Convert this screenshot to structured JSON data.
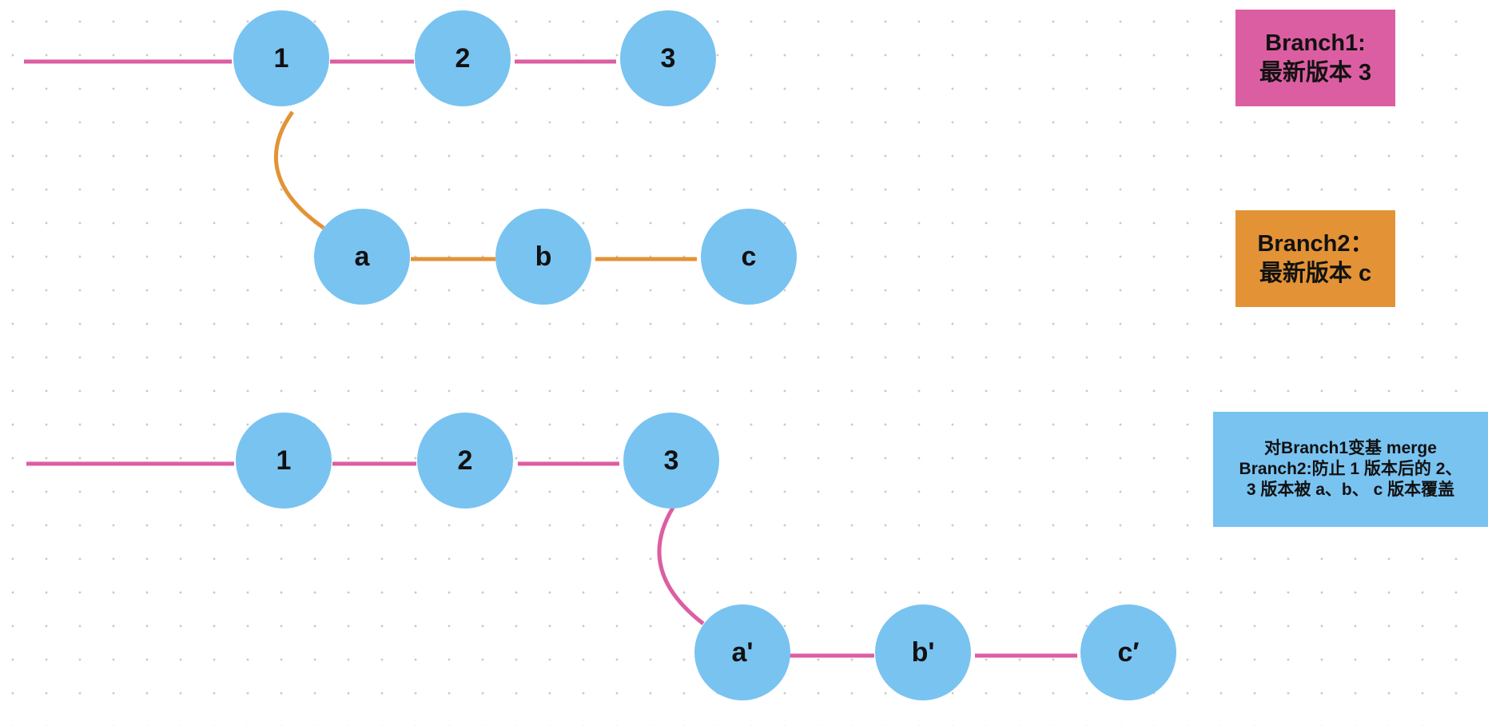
{
  "colors": {
    "branch1": "#dc5ea2",
    "branch2": "#e39335",
    "node": "#79c3f1",
    "rebase_note": "#79c3f1"
  },
  "diagram": {
    "top_graph": {
      "branch1_commits": [
        "1",
        "2",
        "3"
      ],
      "branch2_commits": [
        "a",
        "b",
        "c"
      ]
    },
    "bottom_graph": {
      "branch1_commits": [
        "1",
        "2",
        "3"
      ],
      "rebased_commits": [
        "a'",
        "b'",
        "c′"
      ]
    }
  },
  "notes": {
    "branch1": "Branch1:\n最新版本 3",
    "branch2": "Branch2：\n最新版本 c",
    "rebase": "对Branch1变基 merge\nBranch2:防止 1 版本后的 2、\n3 版本被 a、b、 c 版本覆盖"
  }
}
